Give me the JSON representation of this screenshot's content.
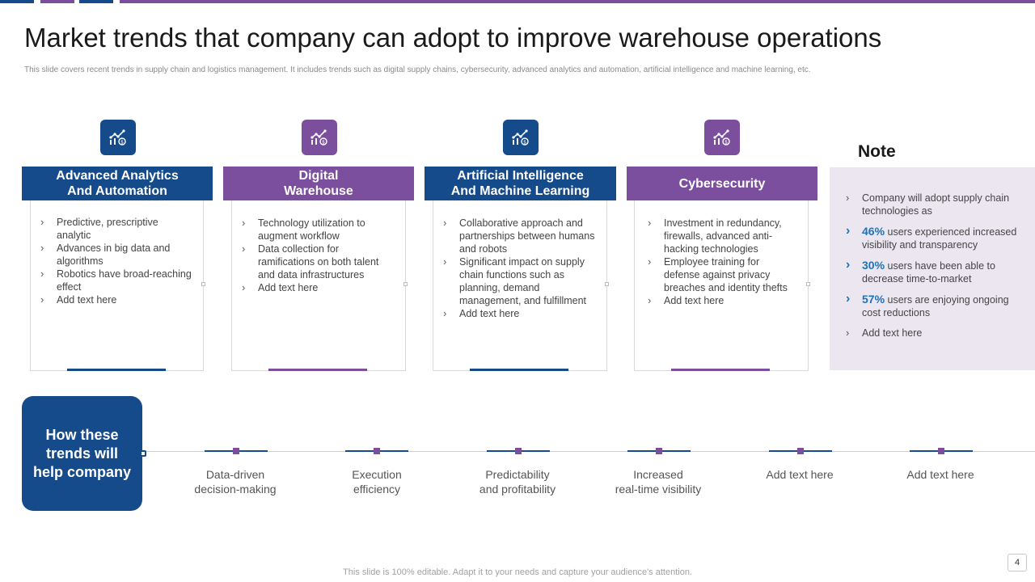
{
  "colors": {
    "blue": "#154b8a",
    "purple": "#7b4f9d",
    "note_bg": "#ece6f1",
    "highlight": "#1e73b8"
  },
  "title": "Market trends that company can adopt to improve warehouse operations",
  "subtitle": "This slide covers recent trends in supply chain and logistics management.  It includes trends such as digital supply chains, cybersecurity, advanced analytics and automation,  artificial intelligence and machine  learning, etc.",
  "cards": [
    {
      "icon": "analytics-chart-icon",
      "header": "Advanced Analytics\nAnd Automation",
      "bullets": [
        "Predictive,  prescriptive analytic",
        "Advances in big data and algorithms",
        "Robotics have broad-reaching effect",
        " Add text here"
      ]
    },
    {
      "icon": "analytics-chart-icon",
      "header": "Digital\nWarehouse",
      "bullets": [
        "Technology utilization to augment workflow",
        "Data collection for ramifications on both talent and data infrastructures",
        "Add text here"
      ]
    },
    {
      "icon": "analytics-chart-icon",
      "header": "Artificial Intelligence\nAnd Machine Learning",
      "bullets": [
        "Collaborative  approach  and partnerships  between humans and robots",
        "Significant impact on supply chain functions such as planning, demand management,  and fulfillment",
        " Add text here"
      ]
    },
    {
      "icon": "analytics-chart-icon",
      "header": "Cybersecurity",
      "bullets": [
        "Investment  in redundancy, firewalls, advanced  anti-hacking technologies",
        "Employee training for defense  against privacy breaches and identity thefts",
        " Add text here"
      ]
    }
  ],
  "note": {
    "title": "Note",
    "items": [
      {
        "pct": "",
        "text": "Company will adopt supply chain technologies as"
      },
      {
        "pct": "46%",
        "text": " users experienced increased visibility and transparency"
      },
      {
        "pct": "30%",
        "text": " users have  been able to decrease time-to-market"
      },
      {
        "pct": "57%",
        "text": " users are enjoying ongoing cost reductions"
      },
      {
        "pct": "",
        "text": " Add text here"
      }
    ]
  },
  "how": {
    "label": "How these\ntrends will\nhelp company"
  },
  "benefits": [
    "Data-driven\ndecision-making",
    "Execution\nefficiency",
    "Predictability\nand profitability",
    "Increased\nreal-time visibility",
    "Add text here",
    "Add text here"
  ],
  "footer": "This slide is 100% editable. Adapt it to your needs and capture your audience's attention.",
  "page_number": "4"
}
